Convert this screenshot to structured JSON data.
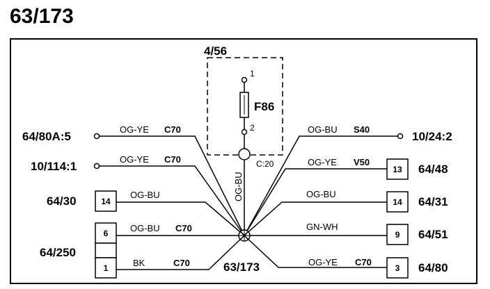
{
  "page_title": "63/173",
  "fuse_box": {
    "ref": "4/56",
    "fuse_label": "F86",
    "pin_top": "1",
    "pin_bottom": "2",
    "connector": "C:20",
    "vertical_wire": "OG-BU"
  },
  "center_label": "63/173",
  "left_refs": {
    "r1": "64/80A:5",
    "r2": "10/114:1",
    "r3": "64/30",
    "r4": "64/250"
  },
  "right_refs": {
    "r1": "10/24:2",
    "r2": "64/48",
    "r3": "64/31",
    "r4": "64/51",
    "r5": "64/80"
  },
  "left_wires": [
    {
      "color": "OG-YE",
      "code": "C70"
    },
    {
      "color": "OG-YE",
      "code": "C70"
    },
    {
      "color": "OG-BU",
      "code": ""
    },
    {
      "color": "OG-BU",
      "code": "C70"
    },
    {
      "color": "BK",
      "code": "C70"
    }
  ],
  "right_wires": [
    {
      "color": "OG-BU",
      "code": "S40"
    },
    {
      "color": "OG-YE",
      "code": "V50"
    },
    {
      "color": "OG-BU",
      "code": ""
    },
    {
      "color": "GN-WH",
      "code": ""
    },
    {
      "color": "OG-YE",
      "code": "C70"
    }
  ],
  "pins": {
    "left_14": "14",
    "left_6": "6",
    "left_1": "1",
    "right_13": "13",
    "right_14": "14",
    "right_9": "9",
    "right_3": "3"
  },
  "colors": {
    "ink": "#000000",
    "background": "#ffffff"
  }
}
